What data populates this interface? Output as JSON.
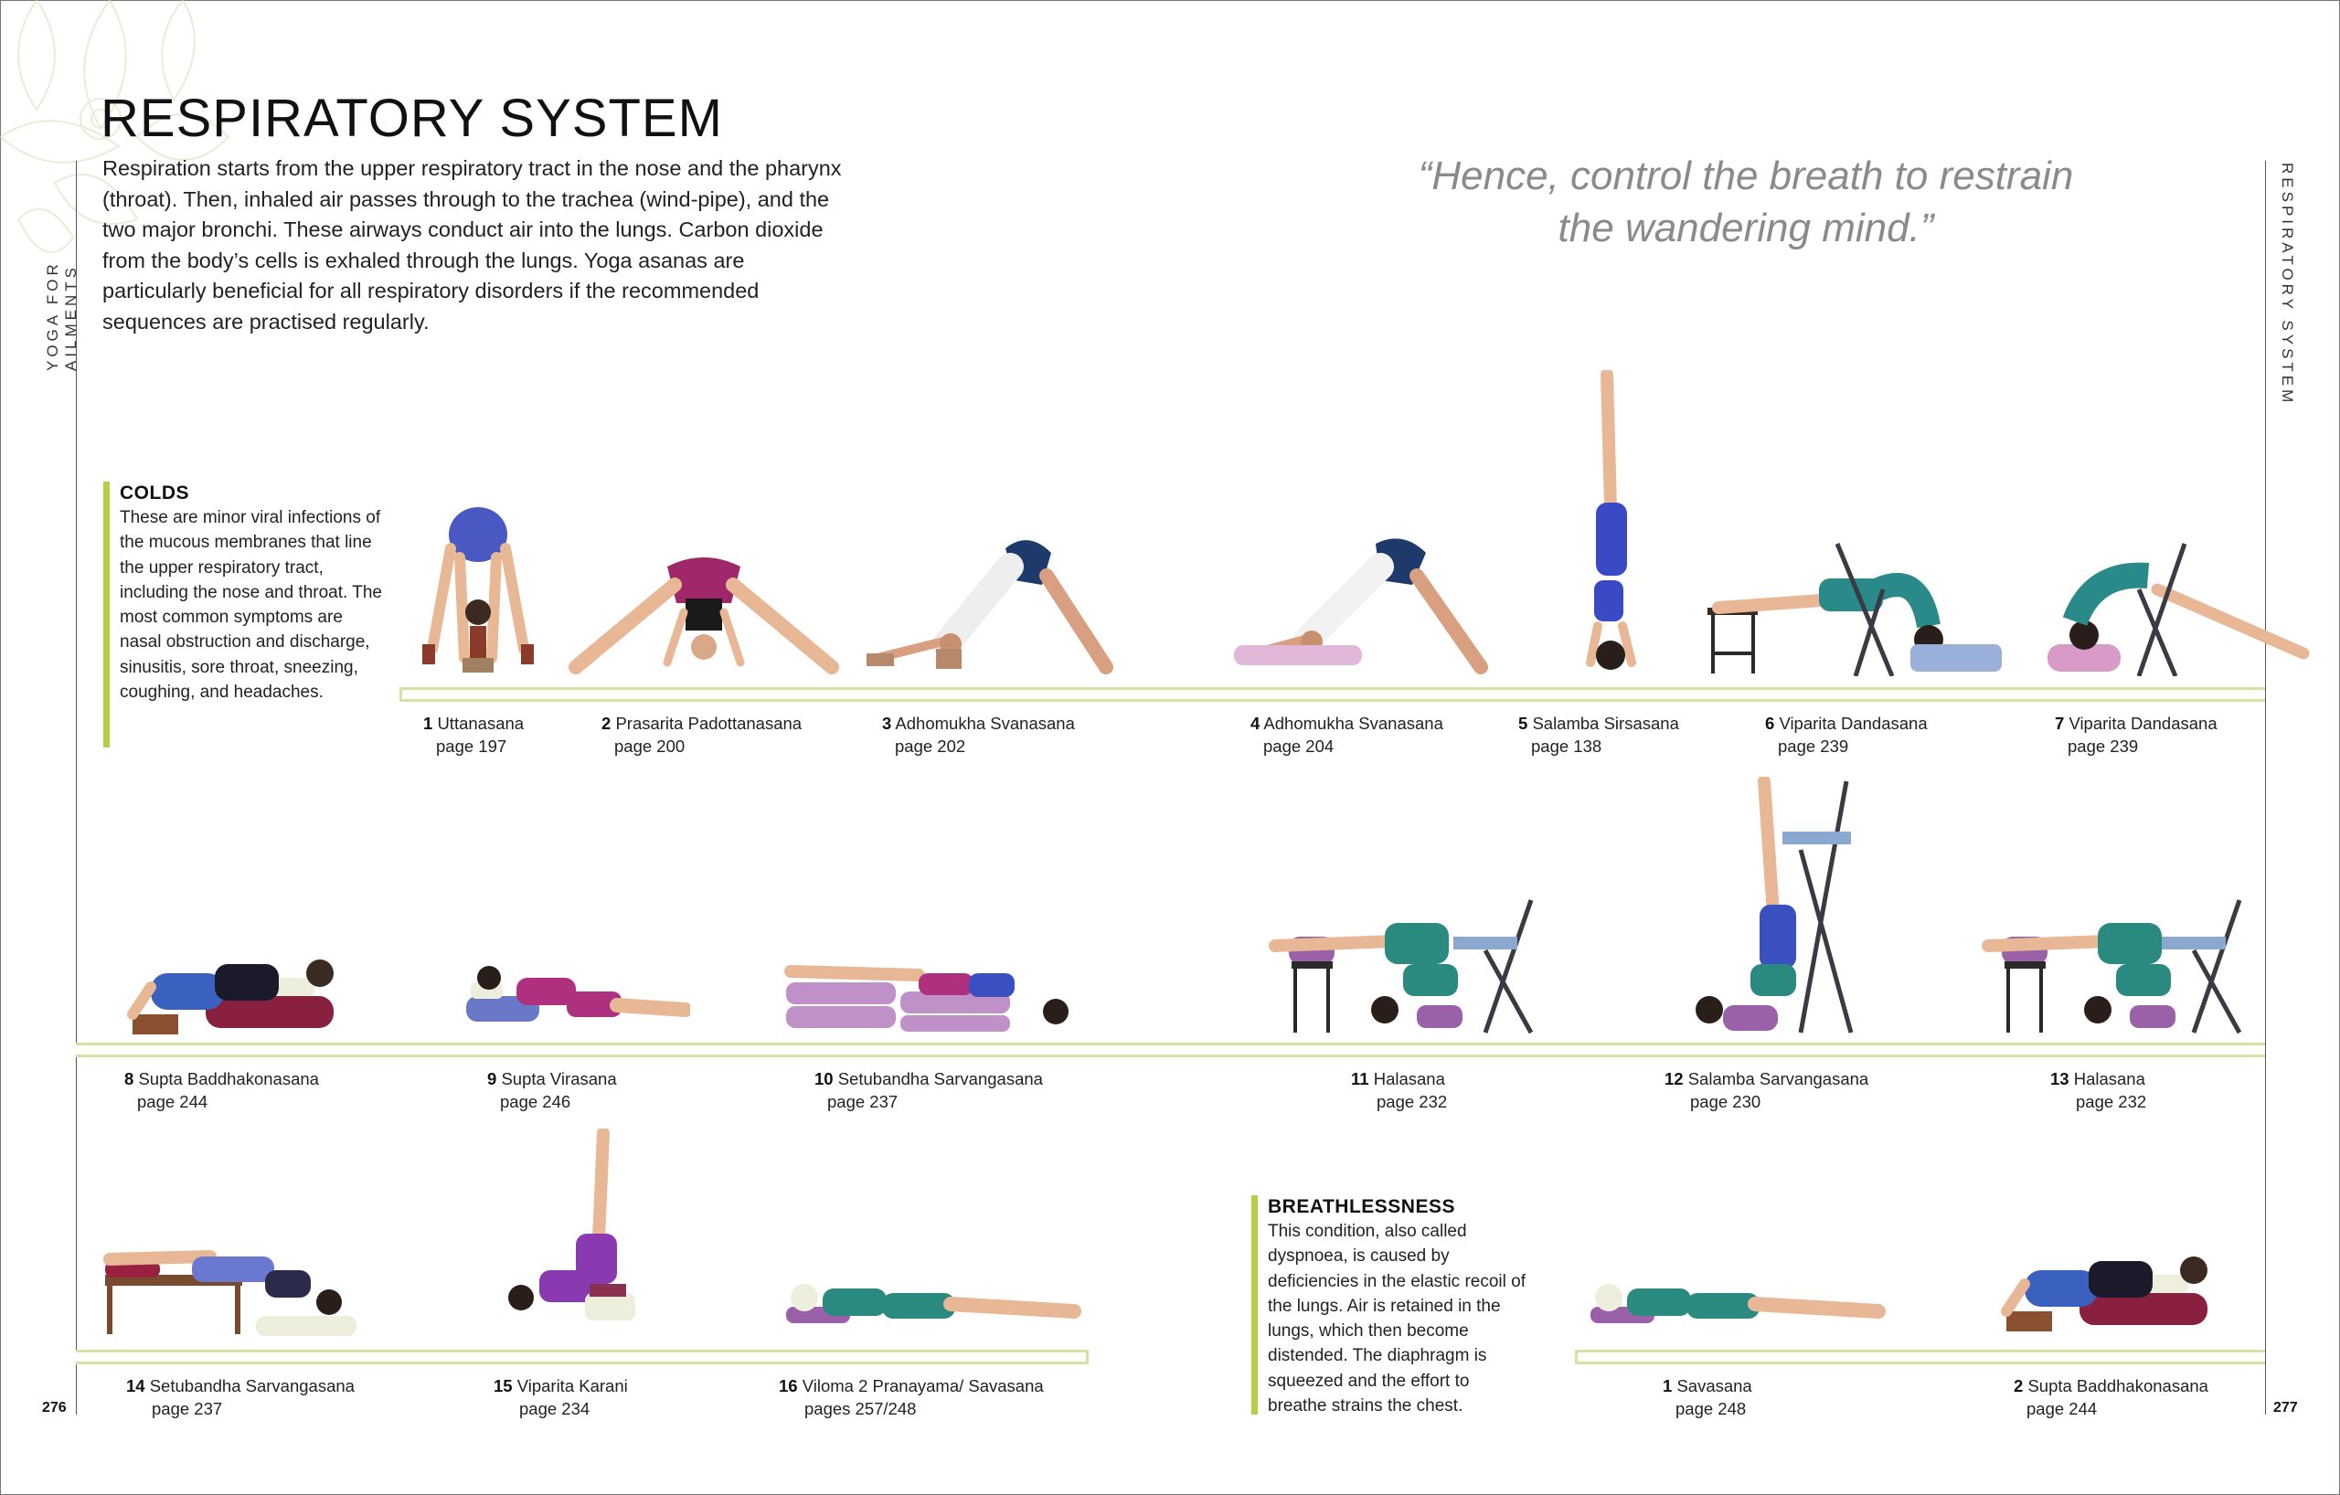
{
  "page": {
    "title": "RESPIRATORY SYSTEM",
    "intro": "Respiration starts from the upper respiratory tract in the nose and the pharynx (throat). Then, inhaled air passes through to the trachea (wind-pipe), and the two major bronchi. These airways conduct air into the lungs. Carbon dioxide from the body’s cells is exhaled through the lungs. Yoga asanas are particularly beneficial for all respiratory disorders if the recommended sequences are practised regularly.",
    "quote_line1": "“Hence, control the breath to restrain",
    "quote_line2": "the wandering mind.”",
    "running_head_left": "YOGA FOR AILMENTS",
    "running_head_right": "RESPIRATORY SYSTEM",
    "page_left": "276",
    "page_right": "277",
    "accent_color": "#b8cc46",
    "shelf_color": "#d4e2a6"
  },
  "colds": {
    "heading": "COLDS",
    "text": "These are minor viral infections of the mucous membranes that line the upper respiratory tract, including the nose and throat. The most common symptoms are nasal obstruction and discharge, sinusitis, sore throat, sneezing, coughing, and headaches.",
    "poses": [
      {
        "num": "1",
        "name": "Uttanasana",
        "page": "page 197"
      },
      {
        "num": "2",
        "name": "Prasarita Padottanasana",
        "page": "page 200"
      },
      {
        "num": "3",
        "name": "Adhomukha Svanasana",
        "page": "page 202"
      },
      {
        "num": "4",
        "name": "Adhomukha Svanasana",
        "page": "page 204"
      },
      {
        "num": "5",
        "name": "Salamba Sirsasana",
        "page": "page 138"
      },
      {
        "num": "6",
        "name": "Viparita Dandasana",
        "page": "page 239"
      },
      {
        "num": "7",
        "name": "Viparita Dandasana",
        "page": "page 239"
      },
      {
        "num": "8",
        "name": "Supta Baddhakonasana",
        "page": "page 244"
      },
      {
        "num": "9",
        "name": "Supta Virasana",
        "page": "page 246"
      },
      {
        "num": "10",
        "name": "Setubandha Sarvangasana",
        "page": "page 237"
      },
      {
        "num": "11",
        "name": "Halasana",
        "page": "page 232"
      },
      {
        "num": "12",
        "name": "Salamba Sarvangasana",
        "page": "page 230"
      },
      {
        "num": "13",
        "name": "Halasana",
        "page": "page 232"
      },
      {
        "num": "14",
        "name": "Setubandha Sarvangasana",
        "page": "page 237"
      },
      {
        "num": "15",
        "name": "Viparita Karani",
        "page": "page 234"
      },
      {
        "num": "16",
        "name": "Viloma 2 Pranayama/ Savasana",
        "page": "pages 257/248"
      }
    ]
  },
  "breathlessness": {
    "heading": "BREATHLESSNESS",
    "text": "This condition, also called dyspnoea, is caused by deficiencies in the elastic recoil of the lungs. Air is retained in the lungs, which then become distended. The diaphragm is squeezed and the effort to breathe strains the chest.",
    "poses": [
      {
        "num": "1",
        "name": "Savasana",
        "page": "page 248"
      },
      {
        "num": "2",
        "name": "Supta Baddhakonasana",
        "page": "page 244"
      }
    ]
  }
}
